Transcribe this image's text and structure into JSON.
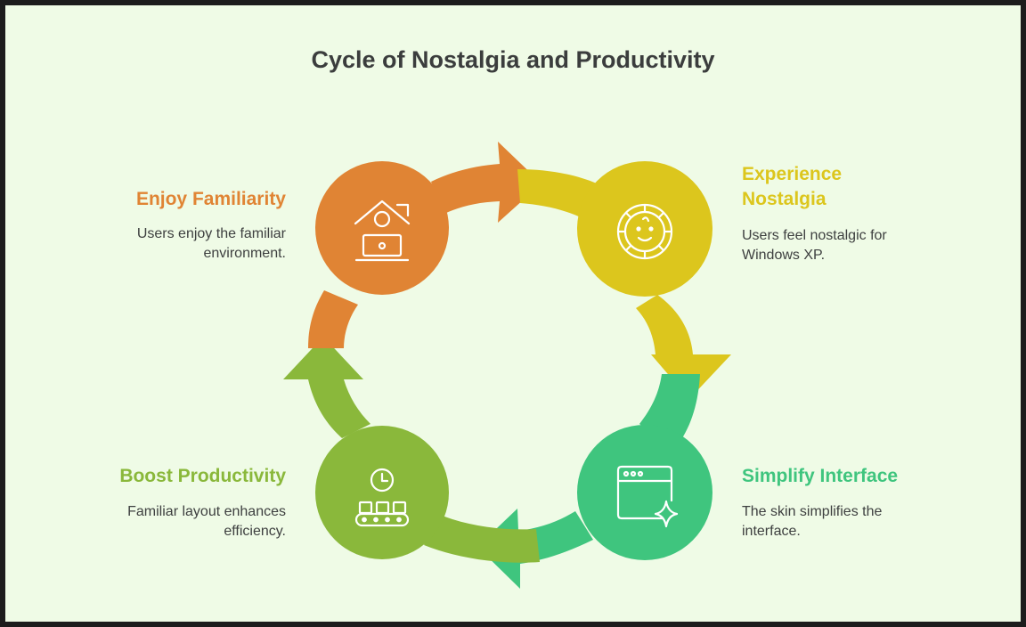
{
  "title": "Cycle of Nostalgia and Productivity",
  "colors": {
    "background": "#effbe6",
    "orange": "#e08434",
    "yellow": "#dcc61d",
    "green": "#3fc57e",
    "olive": "#8ab83b"
  },
  "steps": [
    {
      "title_line1": "Experience",
      "title_line2": "Nostalgia",
      "desc_line1": "Users feel nostalgic for",
      "desc_line2": "Windows XP.",
      "icon": "smiley-sun-icon"
    },
    {
      "title": "Simplify Interface",
      "desc_line1": "The skin simplifies the",
      "desc_line2": "interface.",
      "icon": "browser-window-sparkle-icon"
    },
    {
      "title": "Boost Productivity",
      "desc_line1": "Familiar layout enhances",
      "desc_line2": "efficiency.",
      "icon": "clock-conveyor-icon"
    },
    {
      "title": "Enjoy Familiarity",
      "desc_line1": "Users enjoy the familiar",
      "desc_line2": "environment.",
      "icon": "home-laptop-icon"
    }
  ]
}
